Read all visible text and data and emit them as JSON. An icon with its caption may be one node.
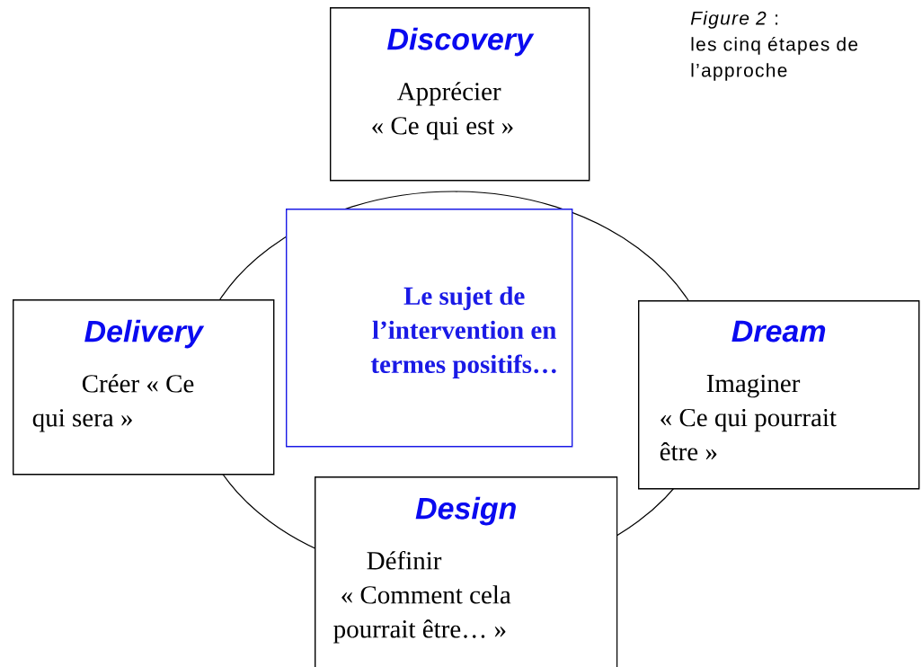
{
  "diagram": {
    "caption": "*Figure 2* : les cinq étapes de l’approche",
    "nodes": [
      {
        "text": [
          "Discovery",
          "Apprécier « Ce qui est »"
        ]
      },
      {
        "text": [
          "Le sujet de l’intervention en termes positifs…"
        ]
      },
      {
        "text": [
          "Delivery",
          "Créer « Ce qui sera »"
        ]
      },
      {
        "text": [
          "Dream",
          "Imaginer « Ce qui pourrait être »"
        ]
      },
      {
        "text": [
          "Design",
          "Définir « Comment cela pourrait être… »"
        ]
      }
    ]
  }
}
